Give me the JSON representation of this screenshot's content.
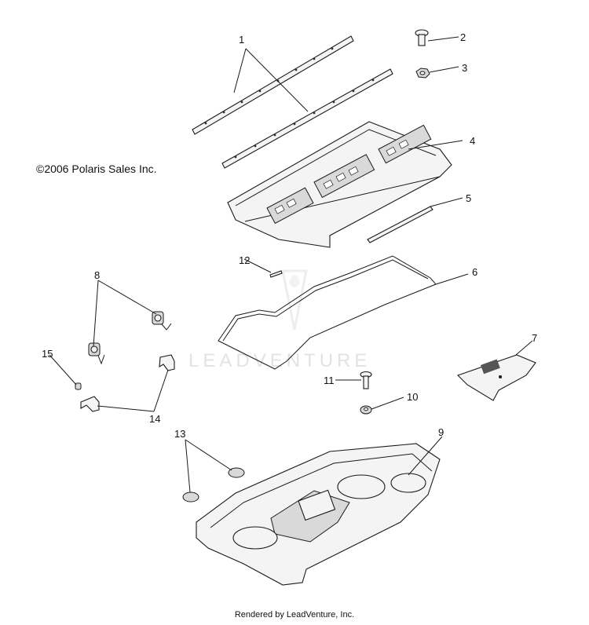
{
  "copyright": "©2006 Polaris Sales Inc.",
  "footer": "Rendered by LeadVenture, Inc.",
  "watermark": "LEADVENTURE",
  "callouts": [
    "1",
    "2",
    "3",
    "4",
    "5",
    "6",
    "7",
    "8",
    "9",
    "10",
    "11",
    "12",
    "13",
    "14",
    "15"
  ]
}
